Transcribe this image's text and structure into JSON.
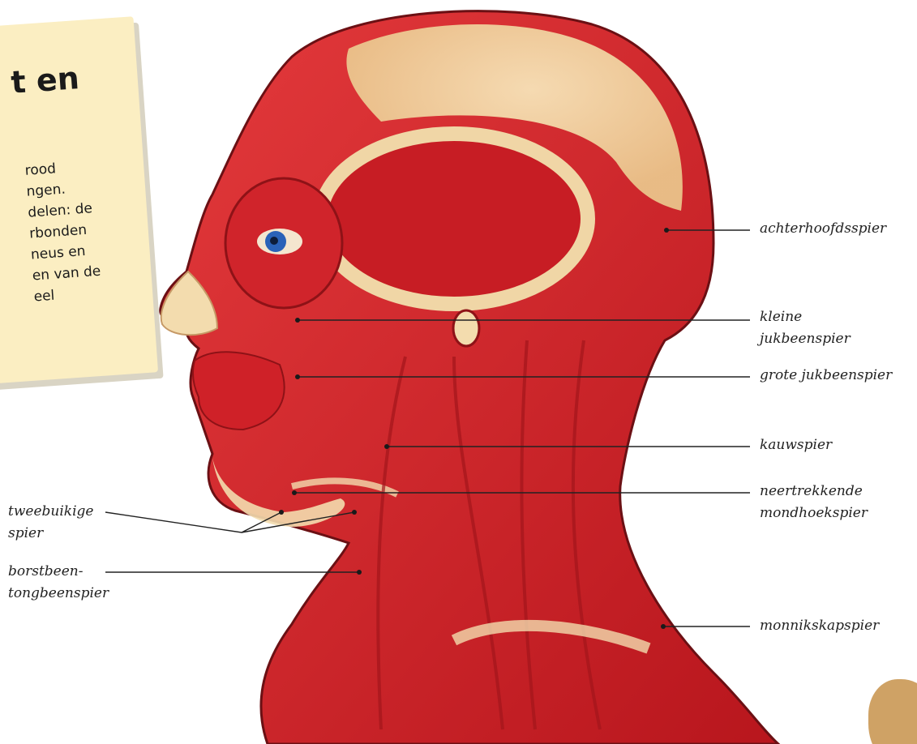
{
  "card": {
    "title": "t en",
    "lines": [
      "rood",
      "ngen.",
      "delen: de",
      "rbonden",
      "neus en",
      "en van de",
      "eel"
    ]
  },
  "labels": {
    "achterhoofdsspier": "achterhoofdsspier",
    "kleine_jukbeenspier_1": "kleine",
    "kleine_jukbeenspier_2": "jukbeenspier",
    "grote_jukbeenspier": "grote jukbeenspier",
    "kauwspier": "kauwspier",
    "neertrekkende_1": "neertrekkende",
    "neertrekkende_2": "mondhoekspier",
    "monnikskapspier": "monnikskapspier",
    "tweebuikige_1": "tweebuikige",
    "tweebuikige_2": "spier",
    "borstbeen_1": "borstbeen-",
    "borstbeen_2": "tongbeenspier"
  },
  "colors": {
    "muscle": "#d8232a",
    "muscle_dark": "#a3151b",
    "skin": "#f3dcae",
    "card": "#fbeec2",
    "eye": "#2a62b8"
  }
}
